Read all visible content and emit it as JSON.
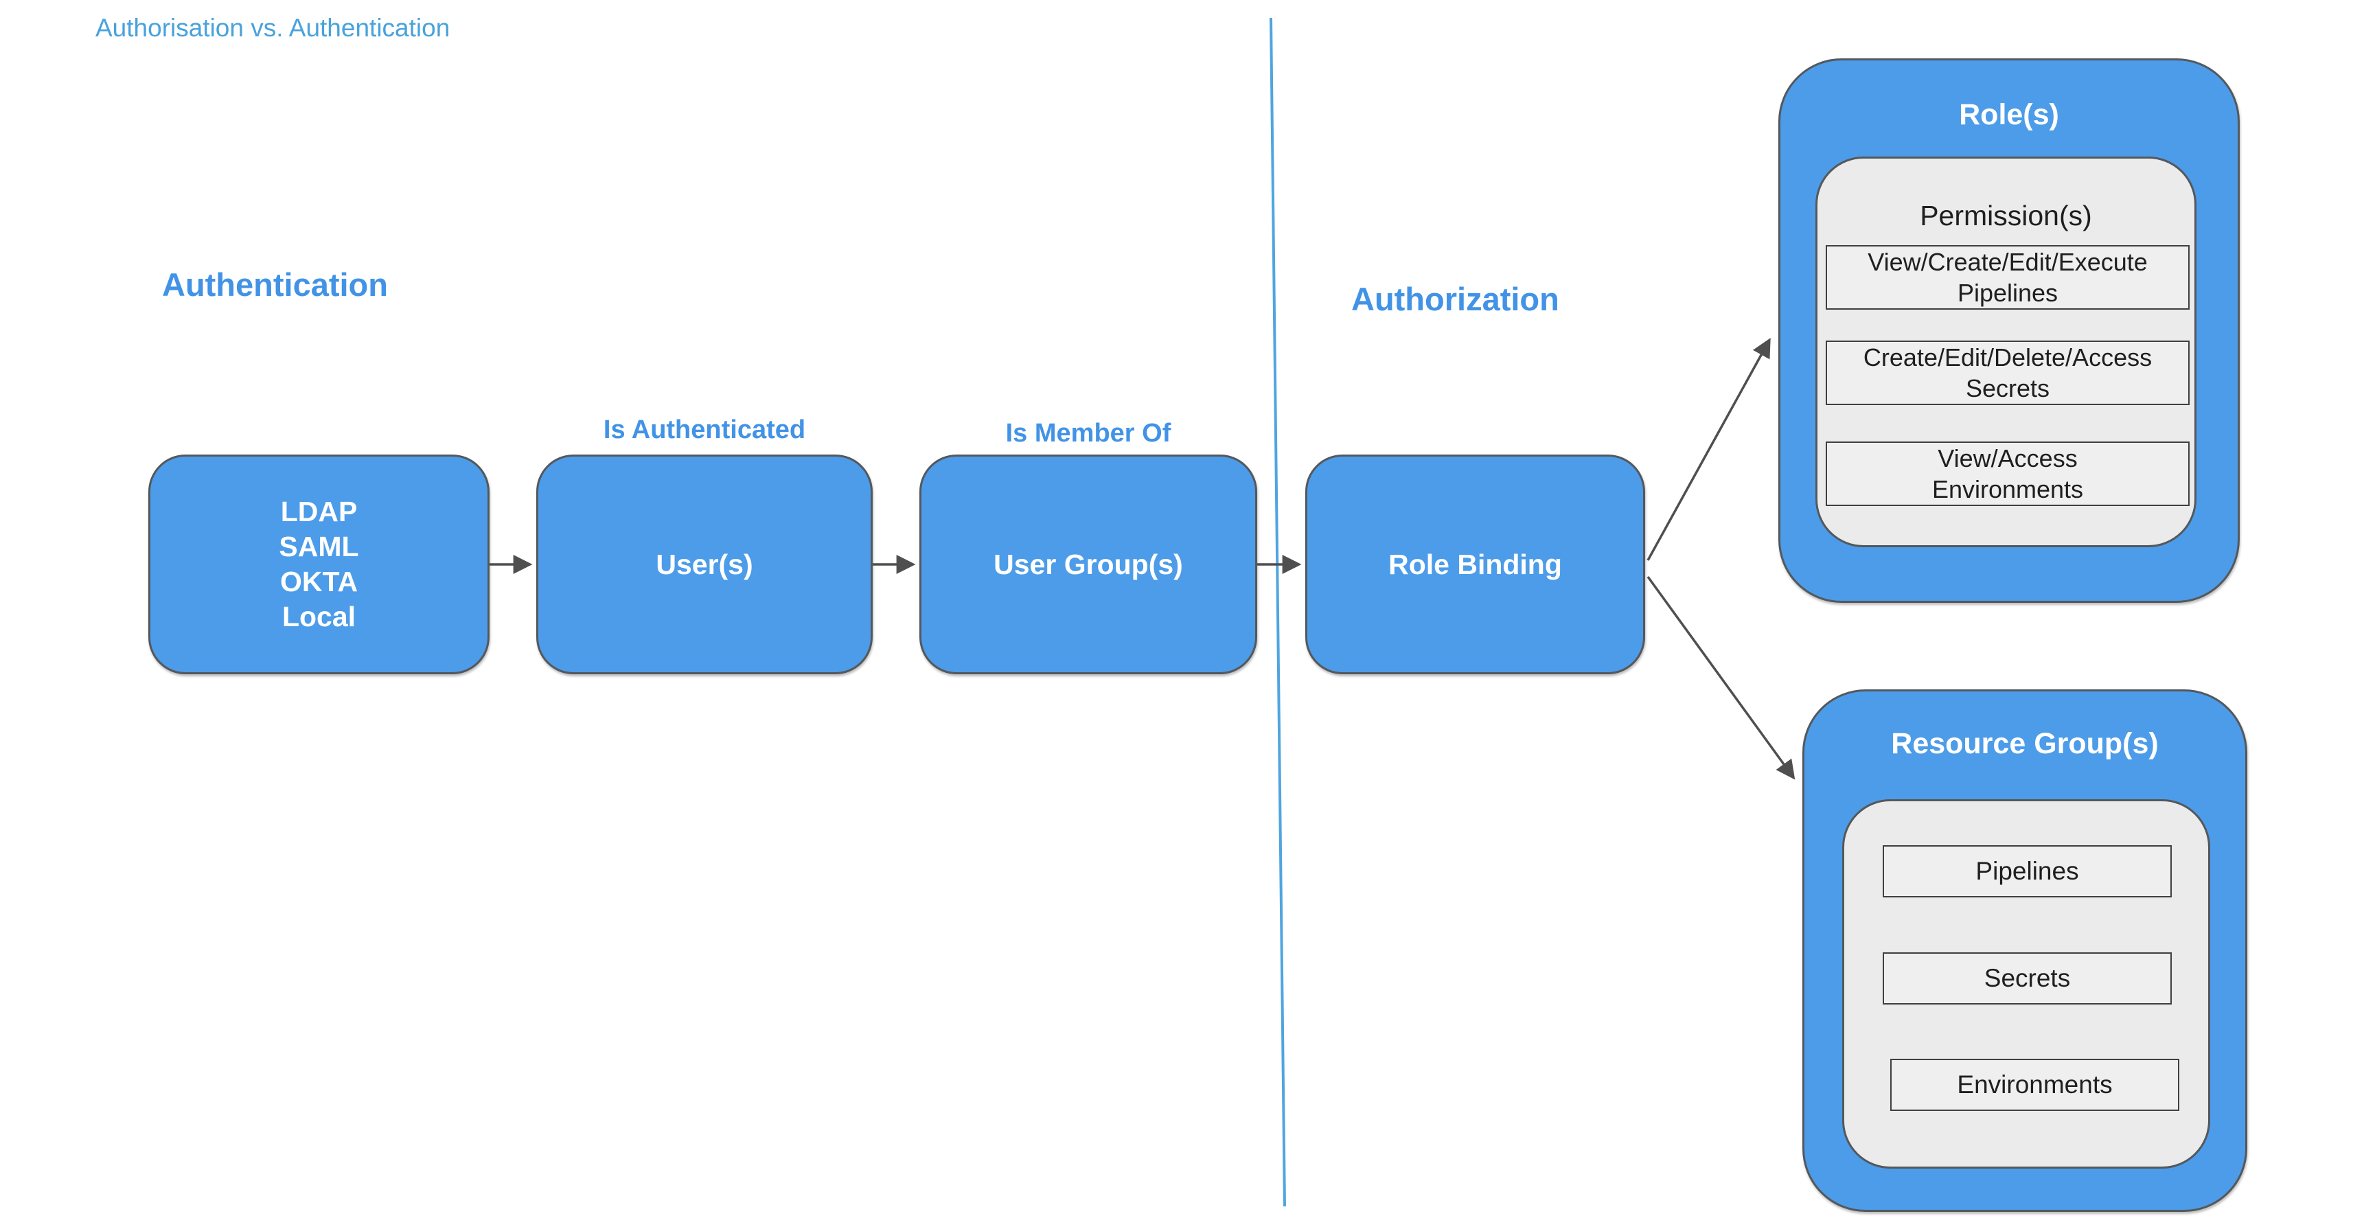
{
  "title": "Authorisation vs. Authentication",
  "sections": {
    "authentication": "Authentication",
    "authorization": "Authorization"
  },
  "flow": {
    "identity_providers": {
      "lines": [
        "LDAP",
        "SAML",
        "OKTA",
        "Local"
      ]
    },
    "users": {
      "label": "User(s)"
    },
    "user_groups": {
      "label": "User Group(s)"
    },
    "role_binding": {
      "label": "Role Binding"
    },
    "edge_labels": {
      "is_authenticated": "Is Authenticated",
      "is_member_of": "Is Member Of"
    }
  },
  "roles": {
    "title": "Role(s)",
    "permissions_title": "Permission(s)",
    "permissions": [
      {
        "line1": "View/Create/Edit/Execute",
        "line2": "Pipelines"
      },
      {
        "line1": "Create/Edit/Delete/Access",
        "line2": "Secrets"
      },
      {
        "line1": "View/Access",
        "line2": "Environments"
      }
    ]
  },
  "resource_groups": {
    "title": "Resource Group(s)",
    "items": [
      "Pipelines",
      "Secrets",
      "Environments"
    ]
  },
  "colors": {
    "node_blue": "#4c9ce9",
    "label_blue": "#4293e6",
    "title_blue": "#48a2dc",
    "divider_blue": "#4fa5e0",
    "arrow_gray": "#4f4f4f",
    "panel_gray": "#ebebeb"
  }
}
